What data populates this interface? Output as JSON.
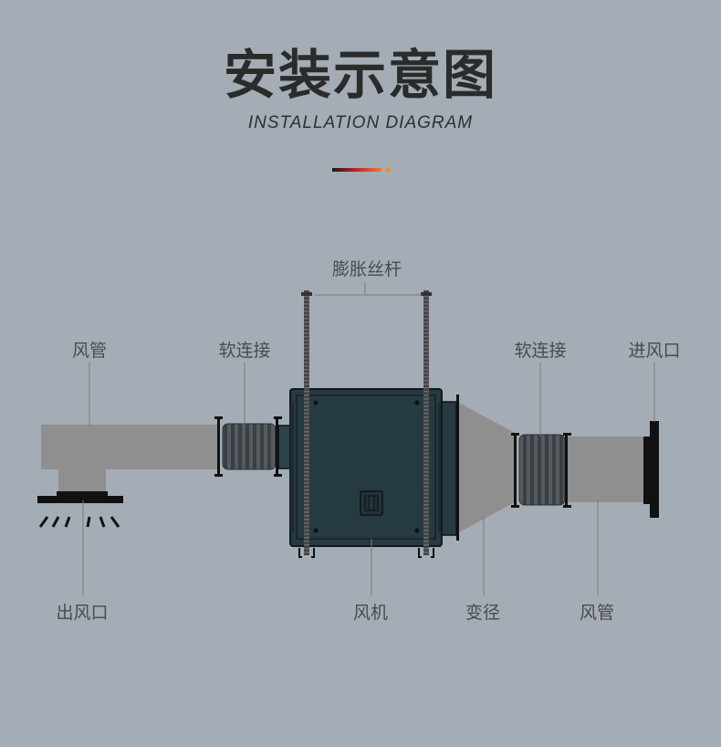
{
  "header": {
    "title": "安装示意图",
    "subtitle": "INSTALLATION DIAGRAM"
  },
  "labels": {
    "expansion_rod": "膨胀丝杆",
    "duct_left": "风管",
    "soft_connection_left": "软连接",
    "soft_connection_right": "软连接",
    "air_inlet": "进风口",
    "air_outlet": "出风口",
    "fan": "风机",
    "reducer": "变径",
    "duct_right": "风管"
  },
  "colors": {
    "background": "#a4adb5",
    "duct": "#8f8f8f",
    "fan_body": "#263a42",
    "bellows": "#3f4448",
    "accent_start": "#b0242a",
    "accent_end": "#f07a2a"
  }
}
